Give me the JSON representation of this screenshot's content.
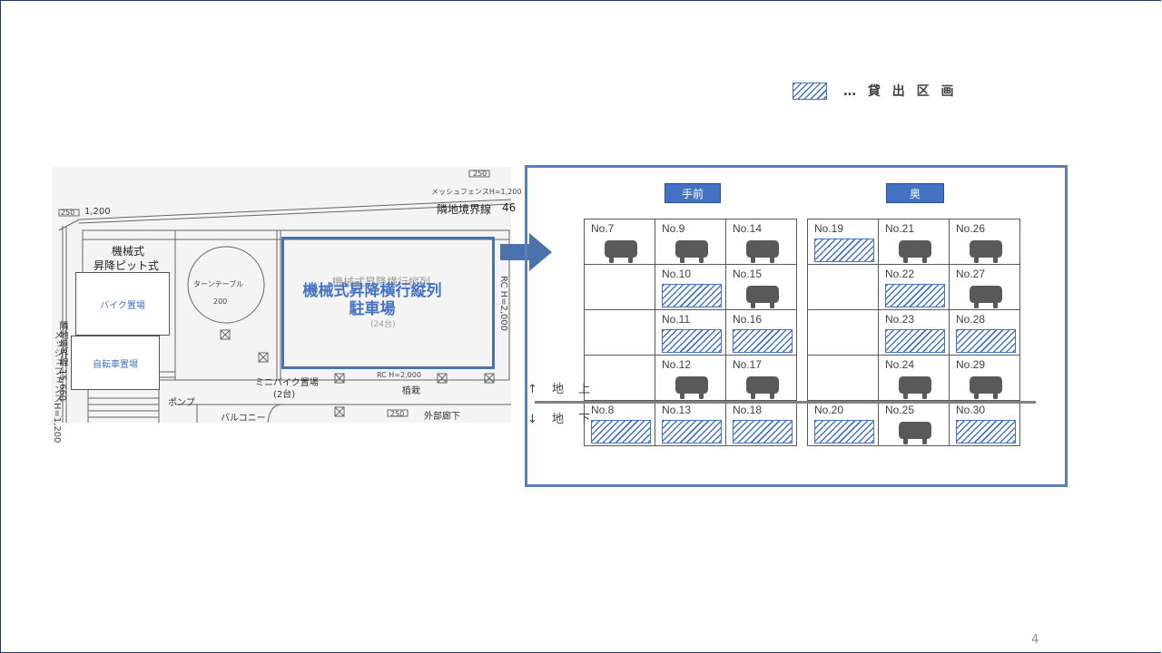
{
  "legend": {
    "text": "… 貸 出 区 画",
    "swatch_color": "#4472c4"
  },
  "plan": {
    "title_line1": "機械式昇降横行縦列",
    "title_line2": "駐車場",
    "ghost_text": "機械式昇降横行縦列",
    "ghost_sub": "(24台)",
    "bike_box": "バイク置場",
    "bicycle_box": "自転車置場",
    "labels": {
      "neighbor_top": "隣地境界線",
      "neighbor_left": "隣地境界線 15,660",
      "pit_line1": "機械式",
      "pit_line2": "昇降ピット式",
      "turntable": "ターンテーブル",
      "fence_top": "メッシュフェンスH=1,200",
      "fence_left": "メッシュフェンスH=1,200",
      "dim_1200": "1,200",
      "dim_250_a": "250",
      "dim_250_b": "250",
      "dim_250_c": "250",
      "dim_200": "200",
      "bike_lot": "ミニバイク置場",
      "bike_count": "(2台)",
      "rc_1": "RC H=2,000",
      "rc_2": "RC H=2,000",
      "planting": "植栽",
      "pump": "ポンプ",
      "balcony": "バルコニー",
      "corridor": "外部廊下",
      "num_46": "46"
    }
  },
  "sections": {
    "front": "手前",
    "back": "奥"
  },
  "levels": {
    "above": "↑ 地 上",
    "below": "↓ 地 下"
  },
  "colors": {
    "car": "#595959",
    "accent": "#4472c4",
    "panel_border": "#5b80b5"
  },
  "legend_types": {
    "hatched": "貸出区画",
    "car": "car-icon"
  },
  "grid_front": [
    [
      {
        "label": "No.7",
        "type": "car"
      },
      {
        "label": "No.9",
        "type": "car"
      },
      {
        "label": "No.14",
        "type": "car"
      }
    ],
    [
      {
        "label": "",
        "type": "empty"
      },
      {
        "label": "No.10",
        "type": "hatched"
      },
      {
        "label": "No.15",
        "type": "car"
      }
    ],
    [
      {
        "label": "",
        "type": "empty"
      },
      {
        "label": "No.11",
        "type": "hatched"
      },
      {
        "label": "No.16",
        "type": "hatched"
      }
    ],
    [
      {
        "label": "",
        "type": "empty"
      },
      {
        "label": "No.12",
        "type": "car"
      },
      {
        "label": "No.17",
        "type": "car"
      }
    ],
    [
      {
        "label": "No.8",
        "type": "hatched"
      },
      {
        "label": "No.13",
        "type": "hatched"
      },
      {
        "label": "No.18",
        "type": "hatched"
      }
    ]
  ],
  "grid_back": [
    [
      {
        "label": "No.19",
        "type": "hatched"
      },
      {
        "label": "No.21",
        "type": "car"
      },
      {
        "label": "No.26",
        "type": "car"
      }
    ],
    [
      {
        "label": "",
        "type": "empty"
      },
      {
        "label": "No.22",
        "type": "hatched"
      },
      {
        "label": "No.27",
        "type": "car"
      }
    ],
    [
      {
        "label": "",
        "type": "empty"
      },
      {
        "label": "No.23",
        "type": "hatched"
      },
      {
        "label": "No.28",
        "type": "hatched"
      }
    ],
    [
      {
        "label": "",
        "type": "empty"
      },
      {
        "label": "No.24",
        "type": "car"
      },
      {
        "label": "No.29",
        "type": "car"
      }
    ],
    [
      {
        "label": "No.20",
        "type": "hatched"
      },
      {
        "label": "No.25",
        "type": "car"
      },
      {
        "label": "No.30",
        "type": "hatched"
      }
    ]
  ],
  "page_number": "4"
}
